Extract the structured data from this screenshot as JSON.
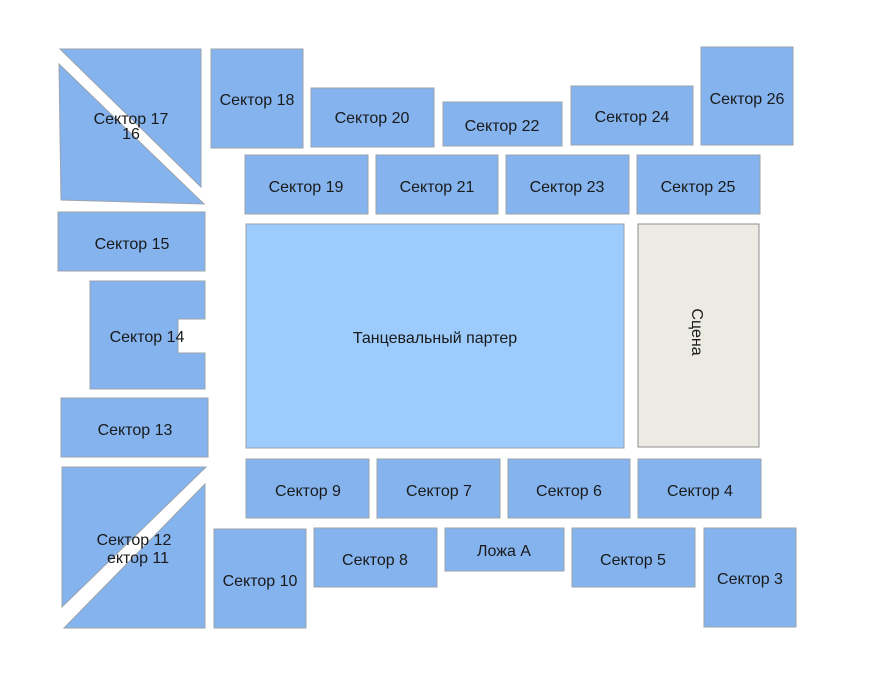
{
  "sectors": {
    "s3": "Сектор 3",
    "s4": "Сектор 4",
    "s5": "Сектор 5",
    "s6": "Сектор 6",
    "s7": "Сектор 7",
    "s8": "Сектор 8",
    "s9": "Сектор 9",
    "s10": "Сектор 10",
    "s11": "ектор 11",
    "s12": "Сектор 12",
    "s13": "Сектор 13",
    "s14": "Сектор 14",
    "s15": "Сектор 15",
    "s16": "16",
    "s17": "Сектор 17",
    "s18": "Сектор 18",
    "s19": "Сектор 19",
    "s20": "Сектор 20",
    "s21": "Сектор 21",
    "s22": "Сектор 22",
    "s23": "Сектор 23",
    "s24": "Сектор 24",
    "s25": "Сектор 25",
    "s26": "Сектор 26",
    "loge_a": "Ложа А"
  },
  "dance_floor": "Танцевальный партер",
  "stage": "Сцена",
  "colors": {
    "sector": "#84b3ee",
    "dance_floor": "#9ccbfc",
    "stage": "#ecebe3",
    "border": "#9aa3ae"
  }
}
